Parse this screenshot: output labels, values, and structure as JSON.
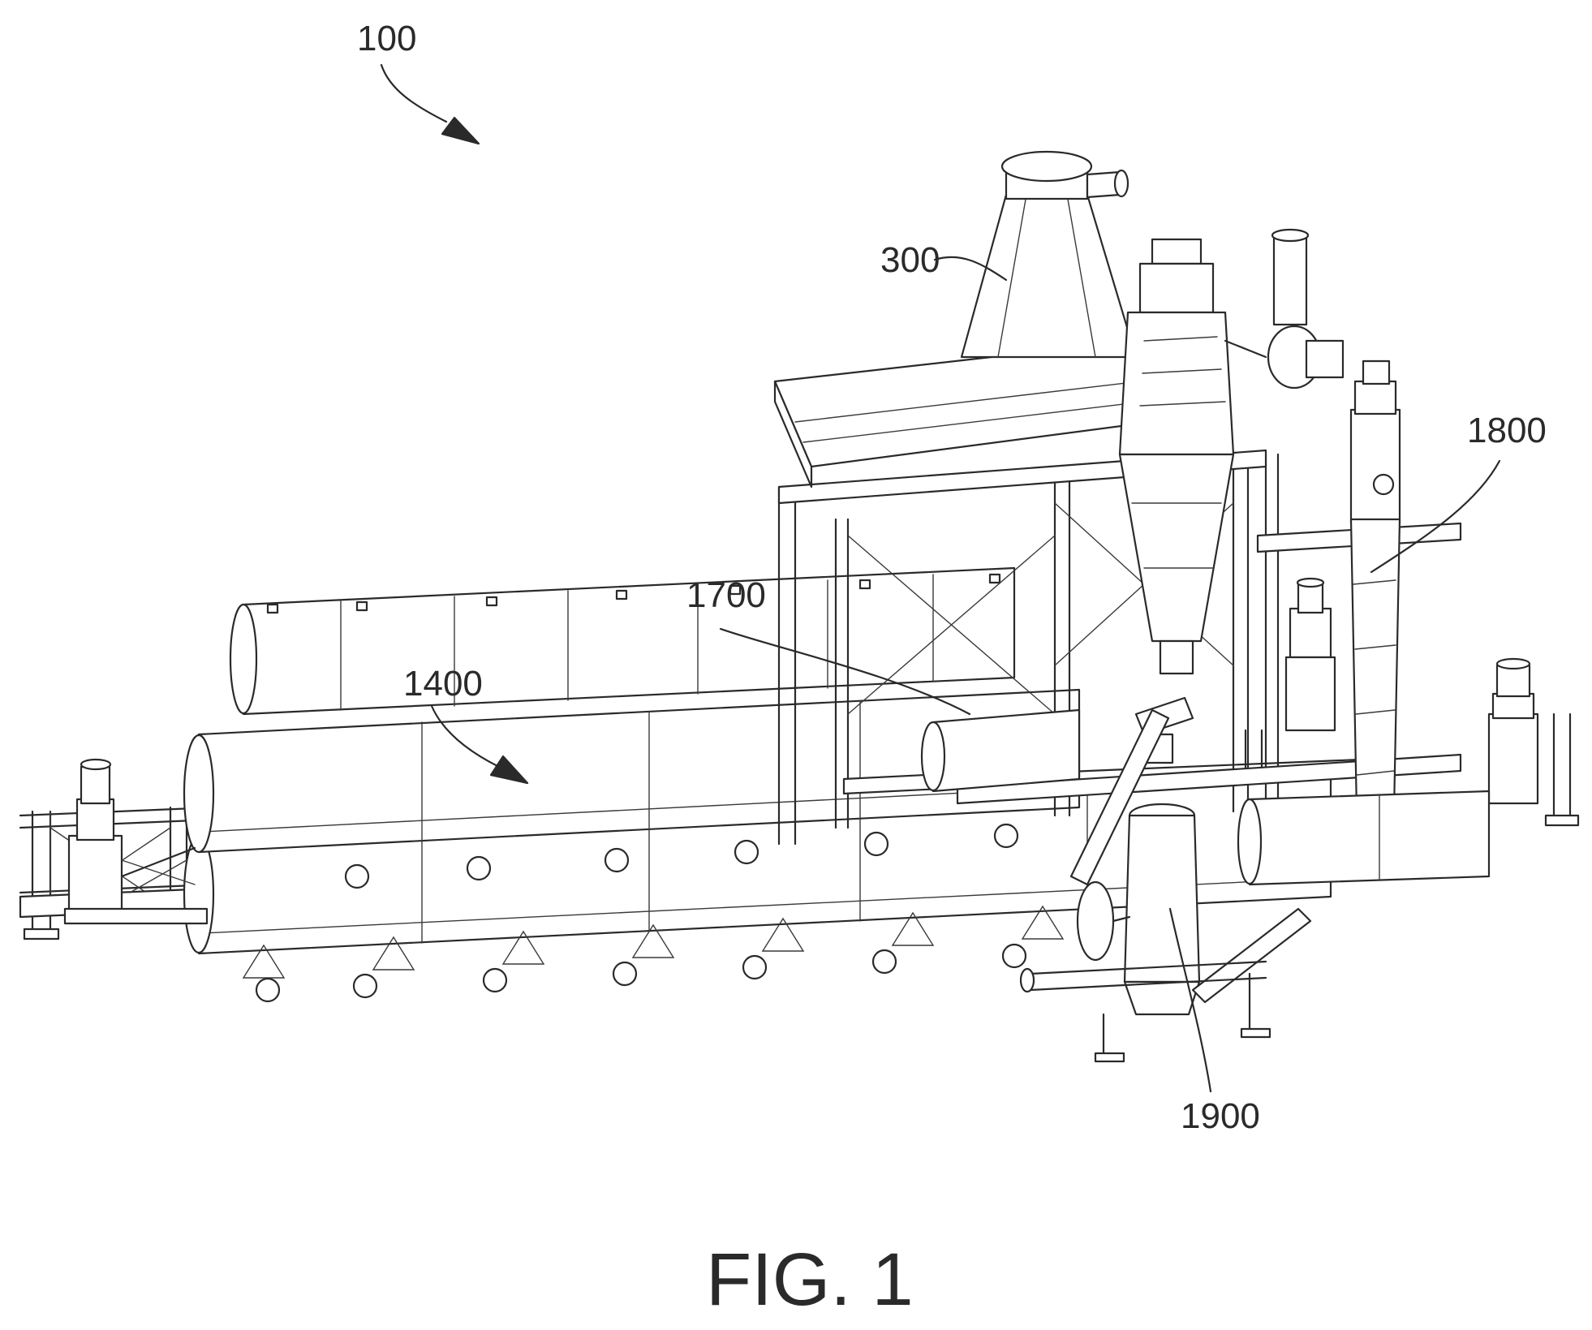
{
  "figure": {
    "caption": "FIG. 1",
    "reference_numerals": {
      "system": "100",
      "cyclone_feed": "300",
      "reactor_tubes": "1400",
      "transfer_section": "1700",
      "vertical_conveyor": "1800",
      "collection_vessel": "1900"
    }
  }
}
